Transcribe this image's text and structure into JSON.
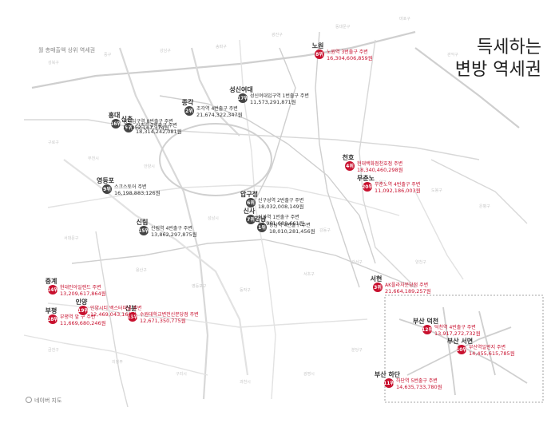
{
  "title": {
    "line1": "득세하는",
    "line2": "변방 역세권"
  },
  "credit": "네이버 지도",
  "corner_label": "월 총매출액 상위 역세권",
  "colors": {
    "gray_marker": "#444444",
    "red_marker": "#c8102e",
    "gray_text": "#333333",
    "red_text": "#c8102e"
  },
  "stations": [
    {
      "id": "s1",
      "rank": "1위",
      "name": "강남",
      "desc": "강남역 4번출구 주변",
      "value": "18,010,281,456원",
      "color": "gray"
    },
    {
      "id": "s2",
      "rank": "2위",
      "name": "종각",
      "desc": "조각역 4번출구 주변",
      "value": "21,674,322,347원",
      "color": "gray"
    },
    {
      "id": "s3",
      "rank": "3위",
      "name": "서현",
      "desc": "AK플라자분당점 주변",
      "value": "21,664,189,257원",
      "color": "red"
    },
    {
      "id": "s4",
      "rank": "4위",
      "name": "천호",
      "desc": "현대백화점천호점 주변",
      "value": "18,340,460,298원",
      "color": "red"
    },
    {
      "id": "s5",
      "rank": "5위",
      "name": "신촌",
      "desc": "신촌역 3번출구 주변",
      "value": "18,314,242,081원",
      "color": "gray"
    },
    {
      "id": "s6",
      "rank": "6위",
      "name": "압구정",
      "desc": "신구성역 2번출구 주변",
      "value": "18,032,008,149원",
      "color": "gray"
    },
    {
      "id": "s7",
      "rank": "7위",
      "name": "신사",
      "desc": "신사역 1번출구 주변",
      "value": "11,961,688,661원",
      "color": "gray"
    },
    {
      "id": "s8",
      "rank": "8위",
      "name": "노원",
      "desc": "노원역 3번출구 주변",
      "value": "16,304,606,859원",
      "color": "red"
    },
    {
      "id": "s9",
      "rank": "9위",
      "name": "영등포",
      "desc": "스크스토어 주변",
      "value": "16,198,883,126원",
      "color": "gray"
    },
    {
      "id": "s10",
      "rank": "10위",
      "name": "부산 서면",
      "desc": "부산역일번지 주변",
      "value": "14,455,615,785원",
      "color": "red"
    },
    {
      "id": "s11",
      "rank": "11위",
      "name": "부산 하단",
      "desc": "하단역 5번출구 주변",
      "value": "14,635,733,780원",
      "color": "red"
    },
    {
      "id": "s12",
      "rank": "12위",
      "name": "부산 덕천",
      "desc": "덕천역 4번출구 주변",
      "value": "13,917,272,732원",
      "color": "red"
    },
    {
      "id": "s13",
      "rank": "13위",
      "name": "신분",
      "desc": "수원대학교변전신분당점 주변",
      "value": "12,671,350,775원",
      "color": "red"
    },
    {
      "id": "s14",
      "rank": "14위",
      "name": "중계",
      "desc": "현대인아일랜드 주변",
      "value": "13,209,617,864원",
      "color": "red"
    },
    {
      "id": "s15",
      "rank": "15위",
      "name": "신림",
      "desc": "신림역 4번출구 주변",
      "value": "13,862,297,875원",
      "color": "gray"
    },
    {
      "id": "s16",
      "rank": "16위",
      "name": "홍대",
      "desc": "홍대입구역 8번출구 주변",
      "value": "12,852,167,374원",
      "color": "gray"
    },
    {
      "id": "s17",
      "rank": "17위",
      "name": "성신여대",
      "desc": "성신여대입구역 1번출구 주변",
      "value": "11,573,291,871원",
      "color": "gray"
    },
    {
      "id": "s18",
      "rank": "18위",
      "name": "부평",
      "desc": "부평역 앞 구 주변",
      "value": "11,669,680,246원",
      "color": "red"
    },
    {
      "id": "s19",
      "rank": "19위",
      "name": "인양",
      "desc": "인양시티 백스터미널 주변",
      "value": "12,469,043,161원",
      "color": "red"
    },
    {
      "id": "s20",
      "rank": "20위",
      "name": "무춘노",
      "desc": "무춘노역 4번출구 주변",
      "value": "11,092,186,003원",
      "color": "red"
    }
  ],
  "map_labels": [
    "성북구",
    "중구",
    "강남구",
    "송파구",
    "광진구",
    "동대문구",
    "마포구",
    "관악구",
    "구로구",
    "부천시",
    "안양시",
    "성남시",
    "하남시",
    "강동구",
    "노원구",
    "도봉구",
    "은평구",
    "서대문구",
    "용산구",
    "영등포구",
    "동작구",
    "서초구",
    "강서구",
    "양천구",
    "금천구",
    "의정부",
    "구리시",
    "과천시",
    "광명시",
    "분당구"
  ]
}
